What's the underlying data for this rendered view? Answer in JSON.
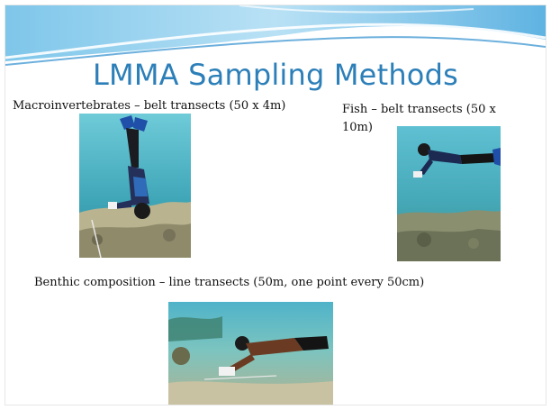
{
  "slide": {
    "title": "LMMA Sampling Methods",
    "captions": {
      "macroinvertebrates": "Macroinvertebrates – belt transects (50 x 4m)",
      "fish": "Fish – belt transects (50 x 10m)",
      "benthic": "Benthic composition – line transects (50m, one point every 50cm)"
    }
  },
  "colors": {
    "title": "#2c7fb8",
    "wave_dark": "#3d9fd6",
    "wave_light": "#a9d8f2",
    "water": "#4fb3c9"
  }
}
